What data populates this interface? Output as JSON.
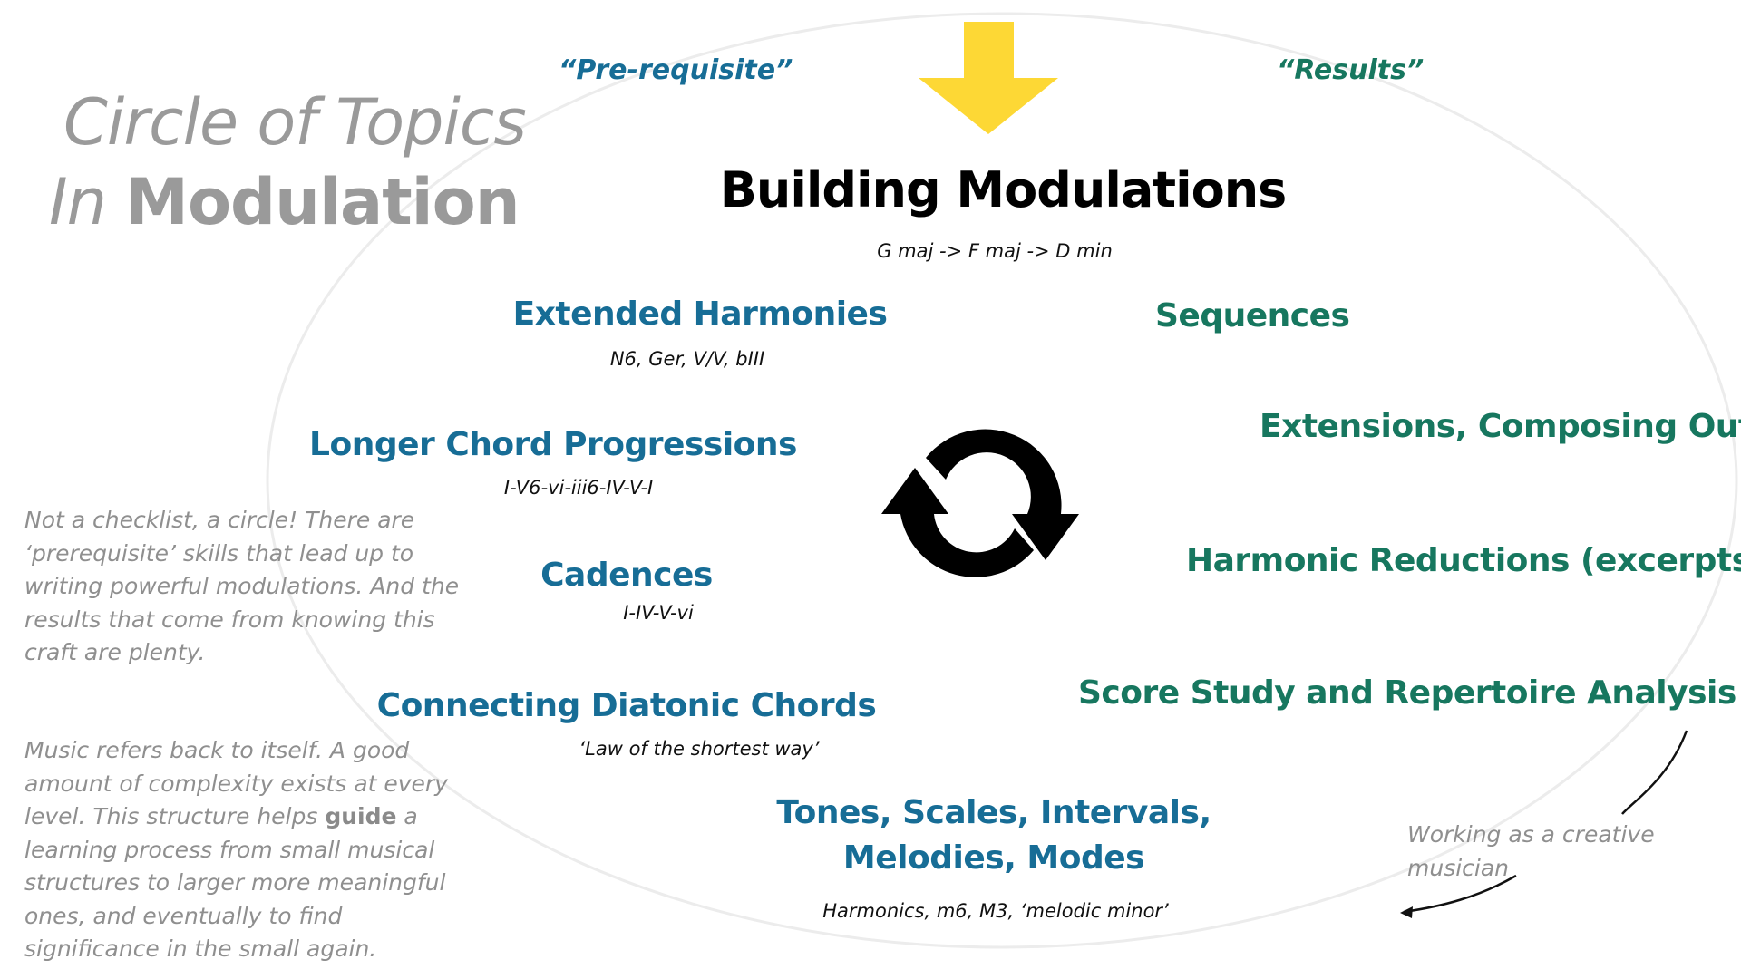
{
  "title": {
    "line1": "Circle of Topics",
    "line2_prefix": "In",
    "line2_bold": "Modulation"
  },
  "labels": {
    "prerequisite": "“Pre-requisite”",
    "results": "“Results”"
  },
  "center_topic": {
    "title": "Building Modulations",
    "subtitle": "G maj -> F maj -> D min"
  },
  "prerequisite_topics": [
    {
      "title": "Extended Harmonies",
      "subtitle": "N6, Ger, V/V, bIII"
    },
    {
      "title": "Longer Chord Progressions",
      "subtitle": "I-V6-vi-iii6-IV-V-I"
    },
    {
      "title": "Cadences",
      "subtitle": "I-IV-V-vi"
    },
    {
      "title": "Connecting Diatonic Chords",
      "subtitle": "‘Law of the shortest way’"
    },
    {
      "title_line1": "Tones, Scales, Intervals,",
      "title_line2": "Melodies, Modes",
      "subtitle": "Harmonics, m6, M3, ‘melodic minor’"
    }
  ],
  "result_topics": [
    {
      "title": "Sequences"
    },
    {
      "title": "Extensions, Composing Out"
    },
    {
      "title": "Harmonic Reductions (excerpts)"
    },
    {
      "title": "Score Study and Repertoire Analysis"
    }
  ],
  "notes": {
    "circle_note": "Not a checklist, a circle! There are ‘prerequisite’ skills that lead up to writing powerful modulations. And the results that come from knowing this craft are plenty.",
    "structure_note_before": "Music refers back to itself. A good amount of complexity exists at every level. This structure helps",
    "structure_note_bold": "guide",
    "structure_note_after": "a learning process from small musical structures to larger more meaningful ones, and eventually to find significance in the small again.",
    "working_note": "Working as a creative musician"
  },
  "icons": {
    "entry_arrow": "arrow-down-icon",
    "cycle": "cycle-arrows-icon",
    "exit_arrow": "curved-arrow-icon"
  },
  "colors": {
    "prerequisite": "#176d96",
    "results": "#17775f",
    "arrow": "#fdd835",
    "muted_text": "#9a9a9a"
  }
}
